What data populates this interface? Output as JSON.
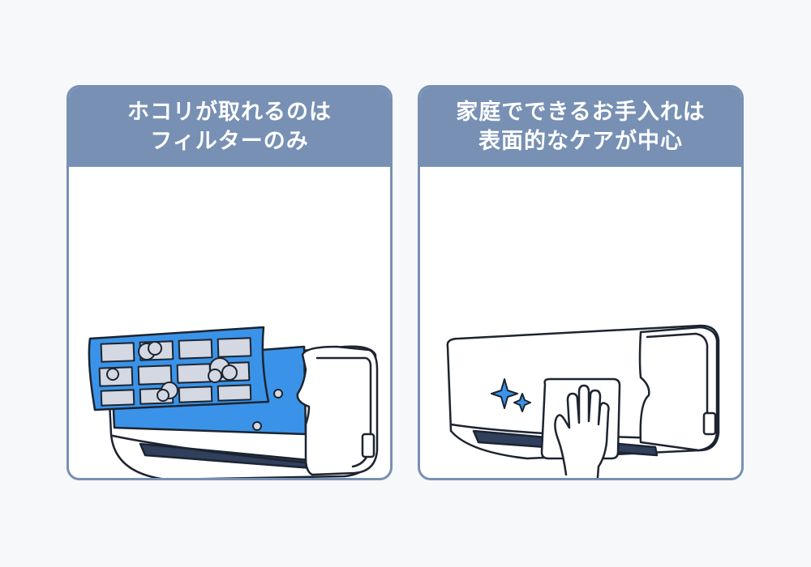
{
  "colors": {
    "background": "#f7f8f9",
    "card_border": "#7790b4",
    "header_fill": "#7790b4",
    "header_text": "#ffffff",
    "filter_blue": "#3a93e8",
    "slot_gray": "#d3d8e3",
    "vent_navy": "#2f3f5c",
    "outline": "#1c2430"
  },
  "cards": [
    {
      "title_line1": "ホコリが取れるのは",
      "title_line2": "フィルターのみ",
      "illustration": "air-conditioner-with-filter-removed"
    },
    {
      "title_line1": "家庭でできるお手入れは",
      "title_line2": "表面的なケアが中心",
      "illustration": "hand-wiping-air-conditioner-with-cloth"
    }
  ]
}
